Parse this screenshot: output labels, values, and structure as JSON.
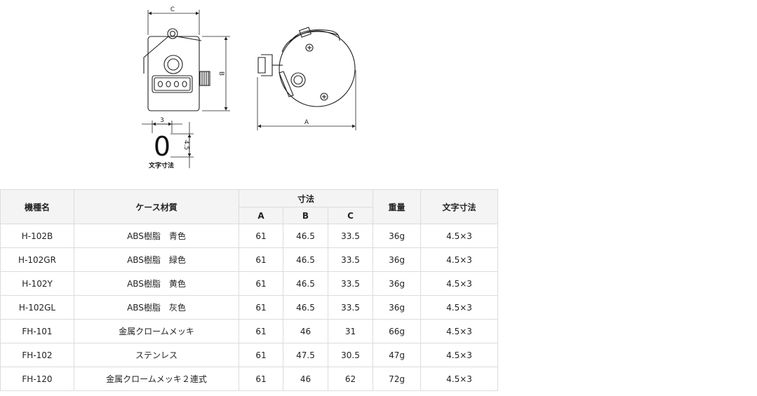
{
  "figure": {
    "dim_labels": {
      "c": "C",
      "b": "B",
      "a": "A",
      "w": "3",
      "h": "4.5"
    },
    "glyph": "0",
    "caption": "文字寸法"
  },
  "table": {
    "headers": {
      "model": "機種名",
      "material": "ケース材質",
      "dimensions": "寸法",
      "a": "A",
      "b": "B",
      "c": "C",
      "weight": "重量",
      "char_size": "文字寸法"
    },
    "rows": [
      {
        "model": "H-102B",
        "material": "ABS樹脂　青色",
        "a": "61",
        "b": "46.5",
        "c": "33.5",
        "weight": "36g",
        "char": "4.5×3"
      },
      {
        "model": "H-102GR",
        "material": "ABS樹脂　緑色",
        "a": "61",
        "b": "46.5",
        "c": "33.5",
        "weight": "36g",
        "char": "4.5×3"
      },
      {
        "model": "H-102Y",
        "material": "ABS樹脂　黄色",
        "a": "61",
        "b": "46.5",
        "c": "33.5",
        "weight": "36g",
        "char": "4.5×3"
      },
      {
        "model": "H-102GL",
        "material": "ABS樹脂　灰色",
        "a": "61",
        "b": "46.5",
        "c": "33.5",
        "weight": "36g",
        "char": "4.5×3"
      },
      {
        "model": "FH-101",
        "material": "金属クロームメッキ",
        "a": "61",
        "b": "46",
        "c": "31",
        "weight": "66g",
        "char": "4.5×3"
      },
      {
        "model": "FH-102",
        "material": "ステンレス",
        "a": "61",
        "b": "47.5",
        "c": "30.5",
        "weight": "47g",
        "char": "4.5×3"
      },
      {
        "model": "FH-120",
        "material": "金属クロームメッキ２連式",
        "a": "61",
        "b": "46",
        "c": "62",
        "weight": "72g",
        "char": "4.5×3"
      }
    ]
  }
}
